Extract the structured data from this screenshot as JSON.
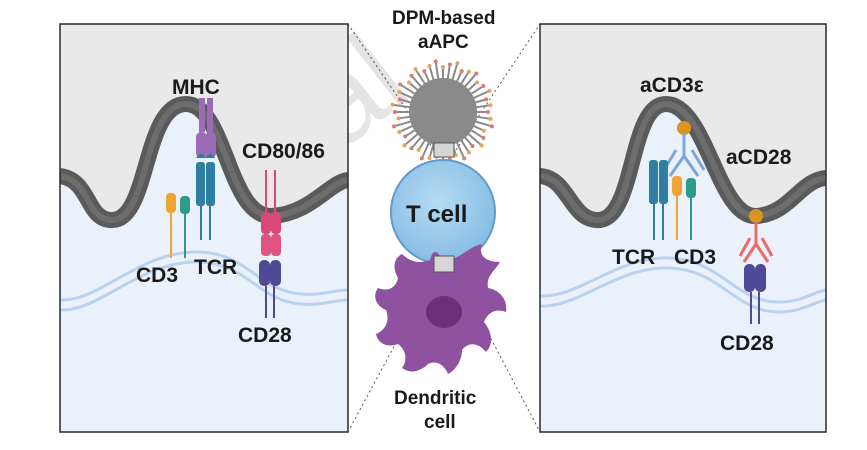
{
  "watermark": "Journal",
  "center": {
    "top_label_line1": "DPM-based",
    "top_label_line2": "aAPC",
    "tcell_label": "T cell",
    "bottom_label_line1": "Dendritic",
    "bottom_label_line2": "cell"
  },
  "left_panel": {
    "mhc": "MHC",
    "cd80_86": "CD80/86",
    "cd3": "CD3",
    "tcr": "TCR",
    "cd28": "CD28"
  },
  "right_panel": {
    "acd3e": "aCD3ε",
    "acd28": "aCD28",
    "tcr": "TCR",
    "cd3": "CD3",
    "cd28": "CD28"
  },
  "colors": {
    "panel_top": "#e9e9e9",
    "panel_bottom": "#eaf1fb",
    "membrane_gray": "#5a5a5a",
    "membrane_blue": "#aac8ee",
    "tcell": "#9ccbec",
    "dendritic": "#8f52a0",
    "aapc": "#8a8a8a",
    "mhc": "#9b6bb3",
    "tcr": "#2f7fa2",
    "cd3_orange": "#f0a436",
    "cd3_teal": "#2e9a8a",
    "cd80": "#d9477b",
    "cd28": "#4f4a96",
    "antibody_blue": "#7aa6d8",
    "antibody_red": "#ec6a6a",
    "linker_gold": "#d9951f"
  }
}
